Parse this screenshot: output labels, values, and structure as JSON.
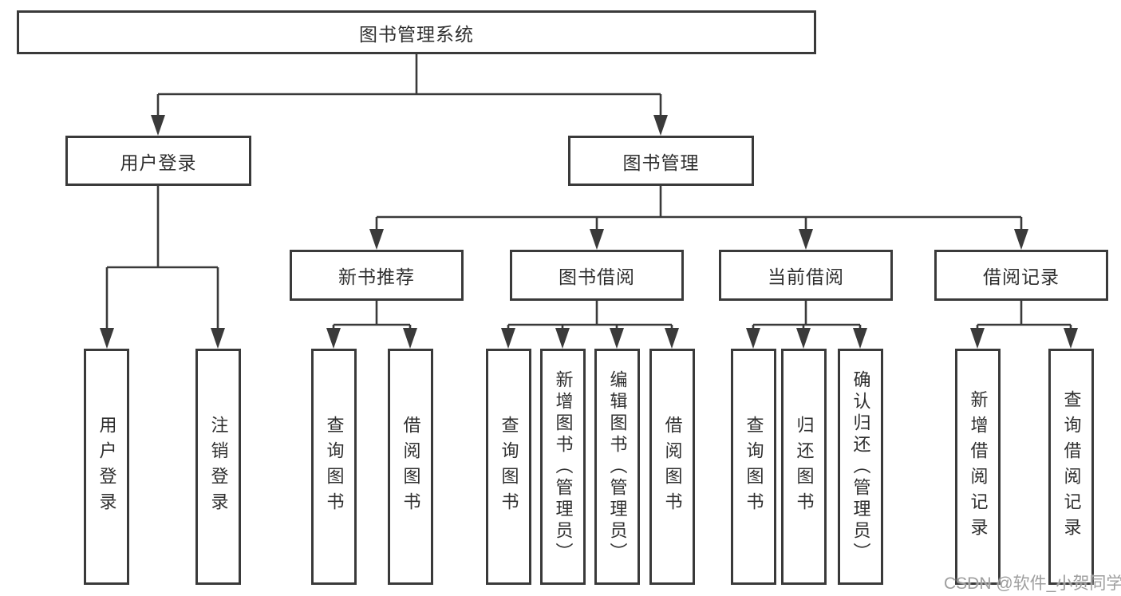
{
  "tree": {
    "root": {
      "label": "图书管理系统"
    },
    "branches": [
      {
        "label": "用户登录",
        "children": [
          {
            "label": "用户登录"
          },
          {
            "label": "注销登录"
          }
        ]
      },
      {
        "label": "图书管理",
        "children": [
          {
            "label": "新书推荐",
            "children": [
              {
                "label": "查询图书"
              },
              {
                "label": "借阅图书"
              }
            ]
          },
          {
            "label": "图书借阅",
            "children": [
              {
                "label": "查询图书"
              },
              {
                "label": "新增图书（管理员）"
              },
              {
                "label": "编辑图书（管理员）"
              },
              {
                "label": "借阅图书"
              }
            ]
          },
          {
            "label": "当前借阅",
            "children": [
              {
                "label": "查询图书"
              },
              {
                "label": "归还图书"
              },
              {
                "label": "确认归还（管理员）"
              }
            ]
          },
          {
            "label": "借阅记录",
            "children": [
              {
                "label": "新增借阅记录"
              },
              {
                "label": "查询借阅记录"
              }
            ]
          }
        ]
      }
    ]
  },
  "watermark": {
    "text": "CSDN @软件_小贺同学"
  },
  "colors": {
    "line": "#3a3a3a",
    "text": "#2f2f2f",
    "watermark": "#9e9e9e",
    "box_background": "#ffffff",
    "page_background": "#ffffff"
  }
}
